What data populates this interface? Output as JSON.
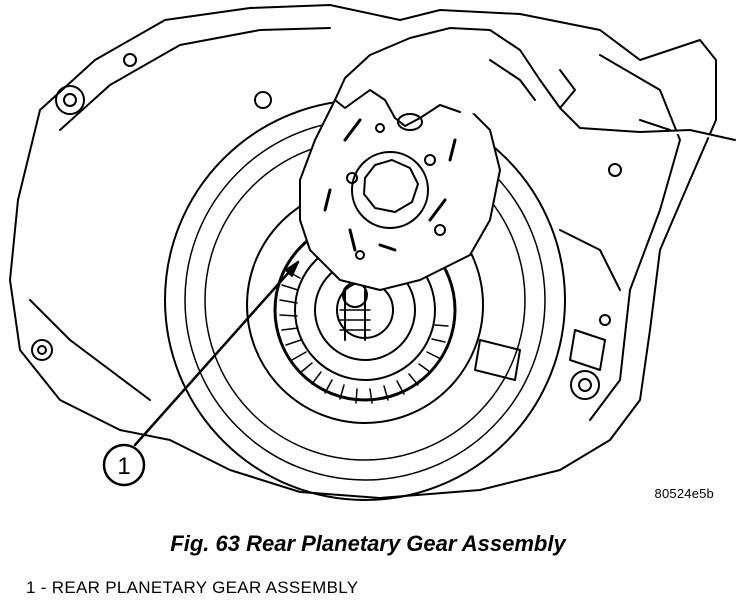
{
  "figure": {
    "callout_number": "1",
    "reference_id": "80524e5b",
    "caption": "Fig. 63 Rear Planetary Gear Assembly"
  },
  "legend": [
    {
      "text": "1 - REAR PLANETARY GEAR ASSEMBLY"
    }
  ],
  "colors": {
    "ink": "#000000",
    "paper": "#ffffff"
  }
}
